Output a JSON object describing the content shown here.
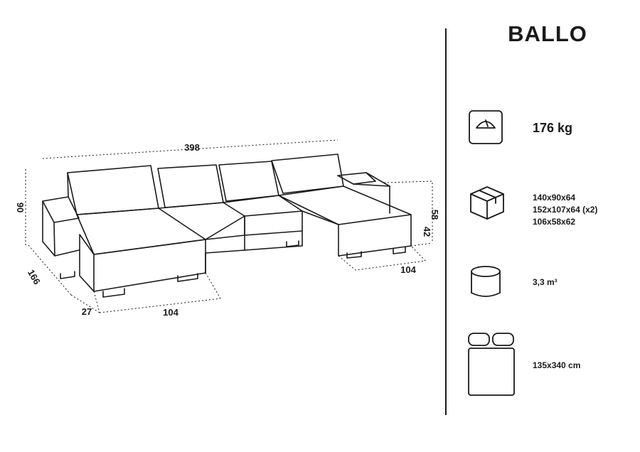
{
  "product": {
    "name": "BALLO"
  },
  "dimensions": {
    "total_width": "398",
    "height": "90",
    "depth": "166",
    "left_offset": "27",
    "left_chaise_width": "104",
    "right_chaise_width": "104",
    "back_height": "58",
    "seat_height": "42"
  },
  "specs": {
    "weight": "176 kg",
    "packages": [
      "140x90x64",
      "152x107x64 (x2)",
      "106x58x62"
    ],
    "volume": "3,3 m³",
    "bed_size": "135x340 cm"
  },
  "icons": {
    "weight": "scale-icon",
    "packages": "box-icon",
    "volume": "cylinder-icon",
    "bed": "bed-icon"
  },
  "colors": {
    "line": "#1a1a1a",
    "background": "#ffffff"
  }
}
